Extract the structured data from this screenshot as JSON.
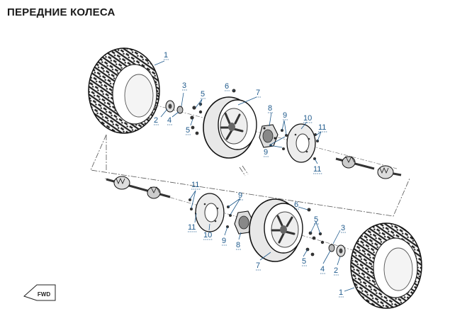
{
  "title": "ПЕРЕДНИЕ КОЛЕСА",
  "direction_badge": "FWD",
  "callouts": [
    {
      "label": "1"
    },
    {
      "label": "2"
    },
    {
      "label": "3"
    },
    {
      "label": "4"
    },
    {
      "label": "5"
    },
    {
      "label": "5"
    },
    {
      "label": "6"
    },
    {
      "label": "7"
    },
    {
      "label": "8"
    },
    {
      "label": "9"
    },
    {
      "label": "9"
    },
    {
      "label": "10"
    },
    {
      "label": "11"
    },
    {
      "label": "11"
    },
    {
      "label": "11"
    },
    {
      "label": "11"
    },
    {
      "label": "9"
    },
    {
      "label": "9"
    },
    {
      "label": "10"
    },
    {
      "label": "8"
    },
    {
      "label": "6"
    },
    {
      "label": "7"
    },
    {
      "label": "5"
    },
    {
      "label": "5"
    },
    {
      "label": "3"
    },
    {
      "label": "4"
    },
    {
      "label": "2"
    },
    {
      "label": "1"
    }
  ]
}
